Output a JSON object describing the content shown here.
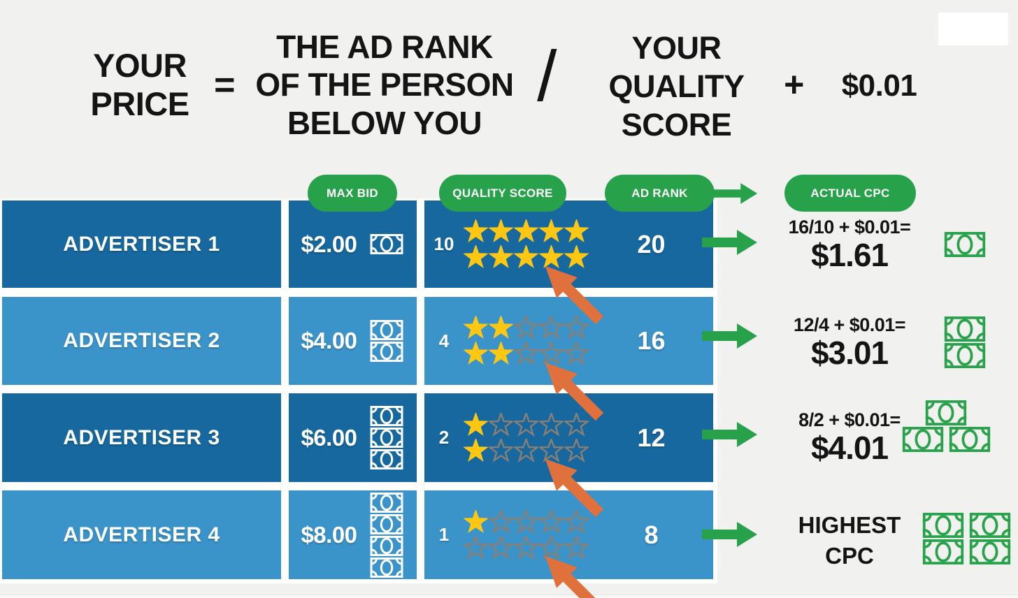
{
  "formula": {
    "your_price": "YOUR\nPRICE",
    "equals": "=",
    "numerator": "THE AD RANK\nOF THE PERSON\nBELOW YOU",
    "divide": "/",
    "denominator": "YOUR\nQUALITY\nSCORE",
    "plus": "+",
    "increment": "$0.01"
  },
  "header_badges": {
    "max_bid": "MAX BID",
    "quality_score": "QUALITY SCORE",
    "ad_rank": "AD RANK",
    "actual_cpc": "ACTUAL CPC"
  },
  "table": {
    "rows": [
      {
        "name": "ADVERTISER 1",
        "max_bid": "$2.00",
        "bid_notes": 1,
        "quality_score": "10",
        "stars_filled": 10,
        "stars_total": 10,
        "ad_rank": "20",
        "cpc_formula": "16/10 + $0.01=",
        "cpc_value": "$1.61",
        "cpc_notes": 1
      },
      {
        "name": "ADVERTISER 2",
        "max_bid": "$4.00",
        "bid_notes": 2,
        "quality_score": "4",
        "stars_filled": 4,
        "stars_total": 10,
        "ad_rank": "16",
        "cpc_formula": "12/4 + $0.01=",
        "cpc_value": "$3.01",
        "cpc_notes": 2
      },
      {
        "name": "ADVERTISER 3",
        "max_bid": "$6.00",
        "bid_notes": 3,
        "quality_score": "2",
        "stars_filled": 2,
        "stars_total": 10,
        "ad_rank": "12",
        "cpc_formula": "8/2 + $0.01=",
        "cpc_value": "$4.01",
        "cpc_notes": 3
      },
      {
        "name": "ADVERTISER 4",
        "max_bid": "$8.00",
        "bid_notes": 4,
        "quality_score": "1",
        "stars_filled": 1,
        "stars_total": 10,
        "ad_rank": "8",
        "cpc_value": "HIGHEST\nCPC",
        "cpc_notes": 4
      }
    ]
  },
  "icons": {
    "money_note": "banknote-outline",
    "star": "five-point-star",
    "green_arrow": "right-arrow",
    "orange_arrow": "diagonal-up-left-arrow"
  },
  "colors": {
    "background": "#f1f1ef",
    "row_dark": "#16689e",
    "row_light": "#3a93c9",
    "green": "#27a24a",
    "orange": "#e0713c",
    "star_gold": "#fdc712",
    "star_outline": "#8b7f74"
  }
}
